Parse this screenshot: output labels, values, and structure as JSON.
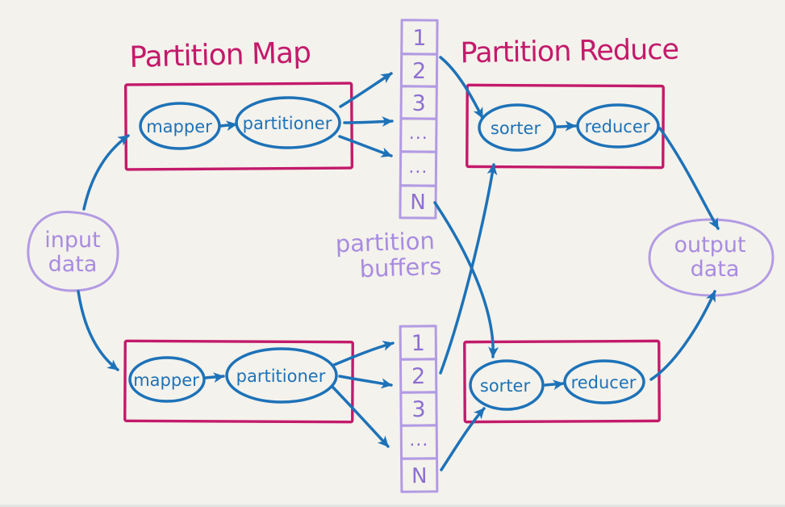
{
  "colors": {
    "crimson": "#c31a6b",
    "blue": "#1d72b8",
    "purple": "#b29be3",
    "purple_text": "#a88ce0",
    "purple_dark": "#8d6fd1",
    "paper": "#f4f2ec"
  },
  "titles": {
    "map": "Partition Map",
    "reduce": "Partition Reduce"
  },
  "input_blob": {
    "line1": "input",
    "line2": "data"
  },
  "output_blob": {
    "line1": "output",
    "line2": "data"
  },
  "buffers_label": {
    "line1": "partition",
    "line2": "buffers"
  },
  "nodes": {
    "mapper": "mapper",
    "partitioner": "partitioner",
    "sorter": "sorter",
    "reducer": "reducer"
  },
  "buffer_top": {
    "cells": [
      "1",
      "2",
      "3",
      "...",
      "...",
      "N"
    ]
  },
  "buffer_bottom": {
    "cells": [
      "1",
      "2",
      "3",
      "...",
      "N"
    ]
  }
}
